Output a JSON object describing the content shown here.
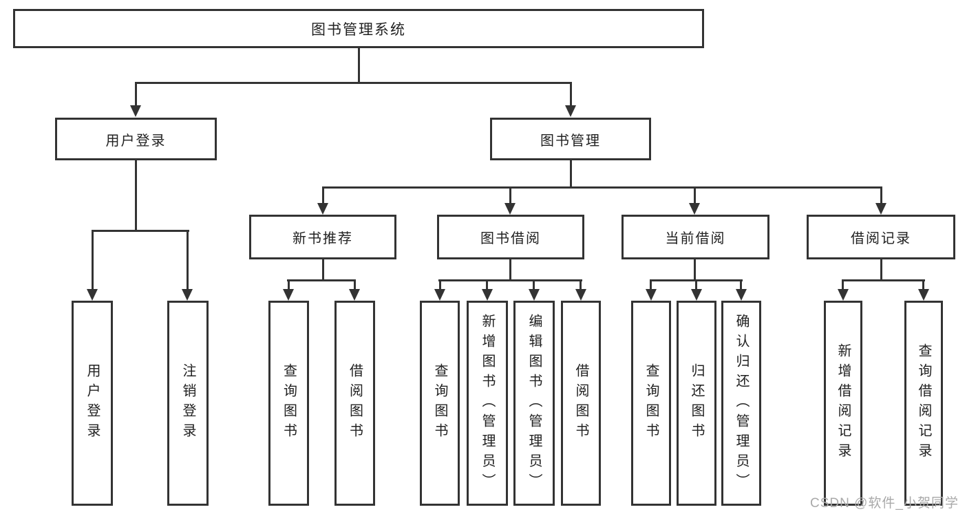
{
  "tree": {
    "label": "图书管理系统",
    "children": [
      {
        "label": "用户登录",
        "children": [
          {
            "label": "用户登录"
          },
          {
            "label": "注销登录"
          }
        ]
      },
      {
        "label": "图书管理",
        "children": [
          {
            "label": "新书推荐",
            "children": [
              {
                "label": "查询图书"
              },
              {
                "label": "借阅图书"
              }
            ]
          },
          {
            "label": "图书借阅",
            "children": [
              {
                "label": "查询图书"
              },
              {
                "label": "新增图书（管理员）"
              },
              {
                "label": "编辑图书（管理员）"
              },
              {
                "label": "借阅图书"
              }
            ]
          },
          {
            "label": "当前借阅",
            "children": [
              {
                "label": "查询图书"
              },
              {
                "label": "归还图书"
              },
              {
                "label": "确认归还（管理员）"
              }
            ]
          },
          {
            "label": "借阅记录",
            "children": [
              {
                "label": "新增借阅记录"
              },
              {
                "label": "查询借阅记录"
              }
            ]
          }
        ]
      }
    ]
  },
  "watermark": "CSDN @软件_小贺同学",
  "colors": {
    "line": "#333333",
    "text": "#212121",
    "watermark": "#a9a9a9",
    "background": "#ffffff"
  }
}
